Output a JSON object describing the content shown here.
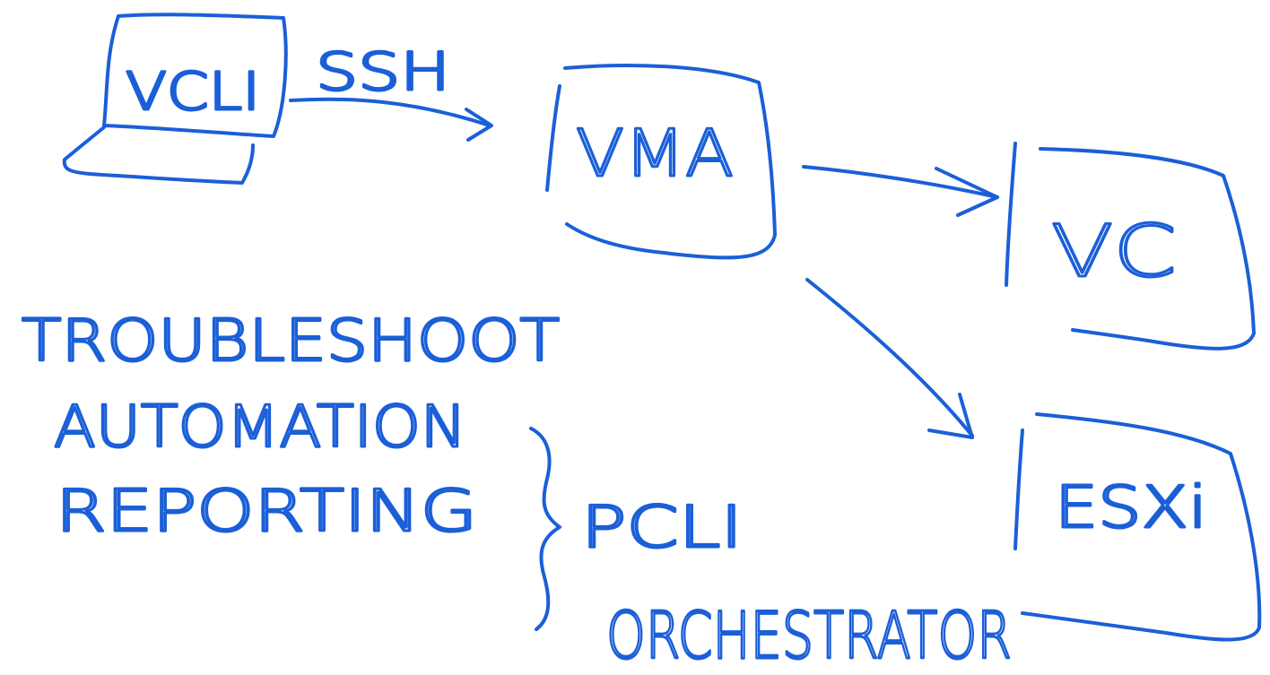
{
  "diagram": {
    "ink_color": "#1B5FD8",
    "background": "#FFFFFF",
    "nodes": {
      "vcli": {
        "label": "VCLI",
        "icon": "laptop-icon"
      },
      "vma": {
        "label": "VMA"
      },
      "vc": {
        "label": "VC"
      },
      "esxi": {
        "label": "ESXi"
      }
    },
    "edges": [
      {
        "from": "vcli",
        "to": "vma",
        "label": "SSH"
      },
      {
        "from": "vma",
        "to": "vc",
        "label": ""
      },
      {
        "from": "vma",
        "to": "esxi",
        "label": ""
      }
    ],
    "use_cases": [
      "TROUBLESHOOT",
      "AUTOMATION",
      "REPORTING"
    ],
    "grouped_tools": [
      "PCLI",
      "ORCHESTRATOR"
    ]
  }
}
